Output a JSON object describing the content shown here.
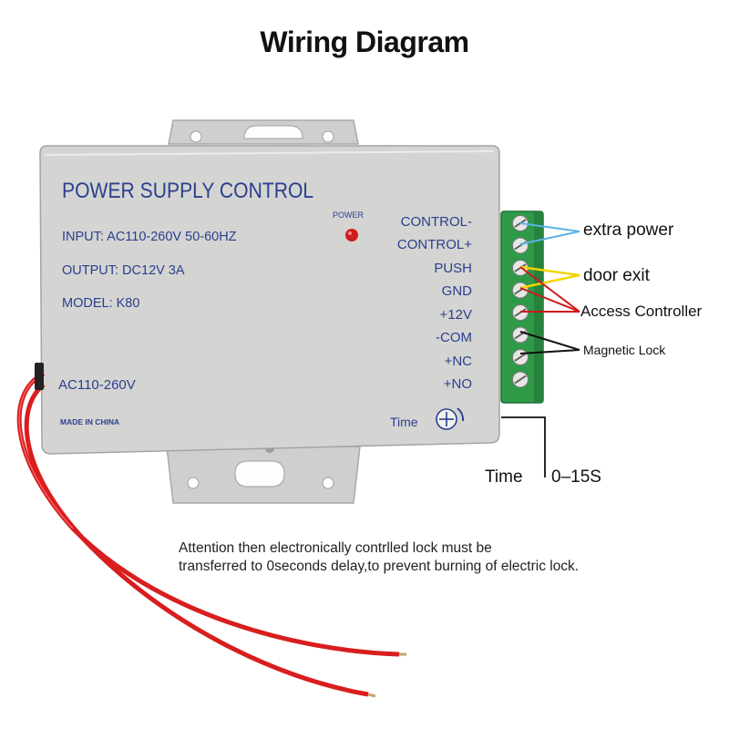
{
  "title": "Wiring Diagram",
  "device": {
    "name": "POWER SUPPLY CONTROL",
    "power_led_label": "POWER",
    "input": "INPUT: AC110-260V 50-60HZ",
    "output": "OUTPUT: DC12V 3A",
    "model": "MODEL: K80",
    "ac_label": "AC110-260V",
    "made_in": "MADE IN CHINA",
    "time_knob_label": "Time",
    "terminals": [
      "CONTROL-",
      "CONTROL+",
      "PUSH",
      "GND",
      "+12V",
      "-COM",
      "+NC",
      "+NO"
    ]
  },
  "annotations": {
    "extra_power": "extra power",
    "door_exit": "door exit",
    "access_controller": "Access Controller",
    "magnetic_lock": "Magnetic Lock",
    "time_label": "Time",
    "time_range": "0–15S"
  },
  "note": {
    "line1": "Attention then electronically contrlled lock must be",
    "line2": "transferred to 0seconds delay,to prevent burning of electric lock."
  },
  "colors": {
    "housing": "#d4d4d2",
    "label_text": "#2b3f8f",
    "terminal_block": "#2e9a48",
    "wire_red": "#d81e1e",
    "line_blue": "#5ab4e6",
    "line_yellow": "#f2d400",
    "line_red": "#d01818",
    "line_black": "#111111"
  }
}
